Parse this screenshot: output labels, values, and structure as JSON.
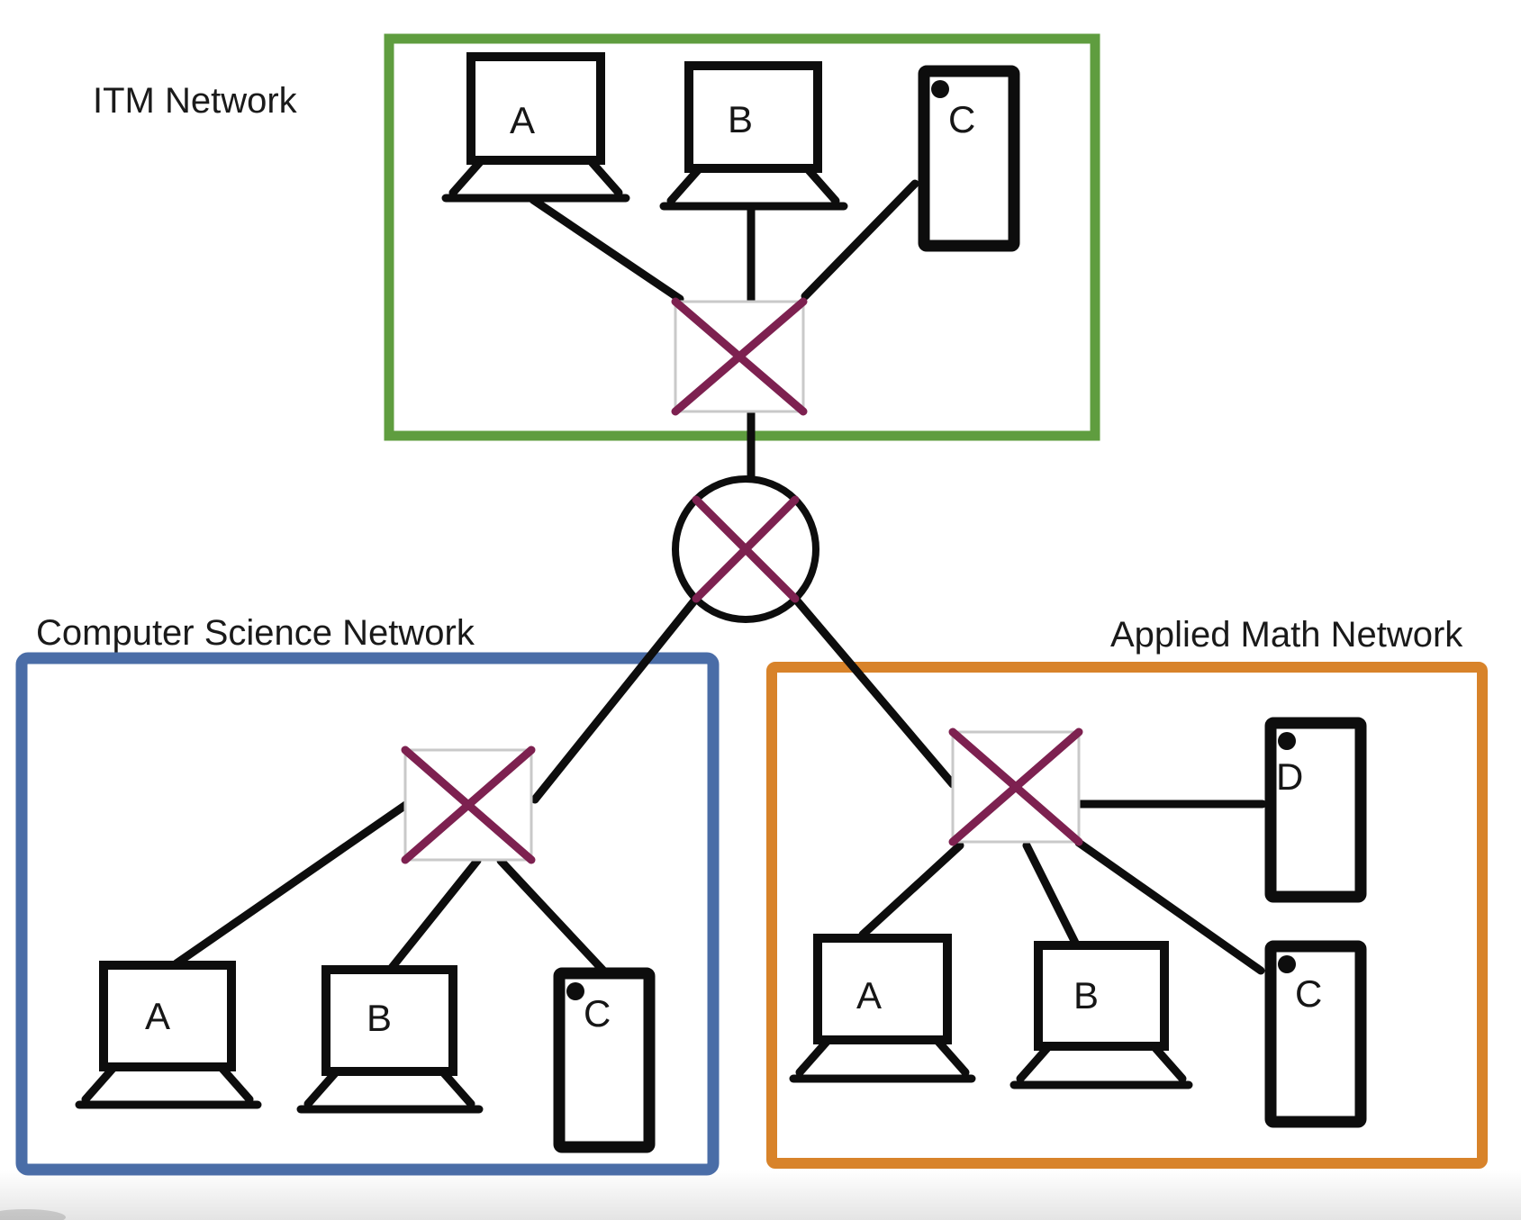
{
  "colors": {
    "itm_border": "#5f9d3f",
    "cs_border": "#4a6da7",
    "am_border": "#d8832a",
    "x_mark": "#7d2150",
    "line_black": "#0d0d0d"
  },
  "icons": {
    "switch": "crossed-square-switch",
    "router": "crossed-circle-router",
    "laptop": "laptop",
    "tablet": "tablet-with-camera-dot"
  },
  "networks": {
    "itm": {
      "label": "ITM Network",
      "devices": {
        "a": "A",
        "b": "B",
        "c": "C"
      }
    },
    "cs": {
      "label": "Computer Science Network",
      "devices": {
        "a": "A",
        "b": "B",
        "c": "C"
      }
    },
    "am": {
      "label": "Applied Math Network",
      "devices": {
        "a": "A",
        "b": "B",
        "c": "C",
        "d": "D"
      }
    }
  }
}
